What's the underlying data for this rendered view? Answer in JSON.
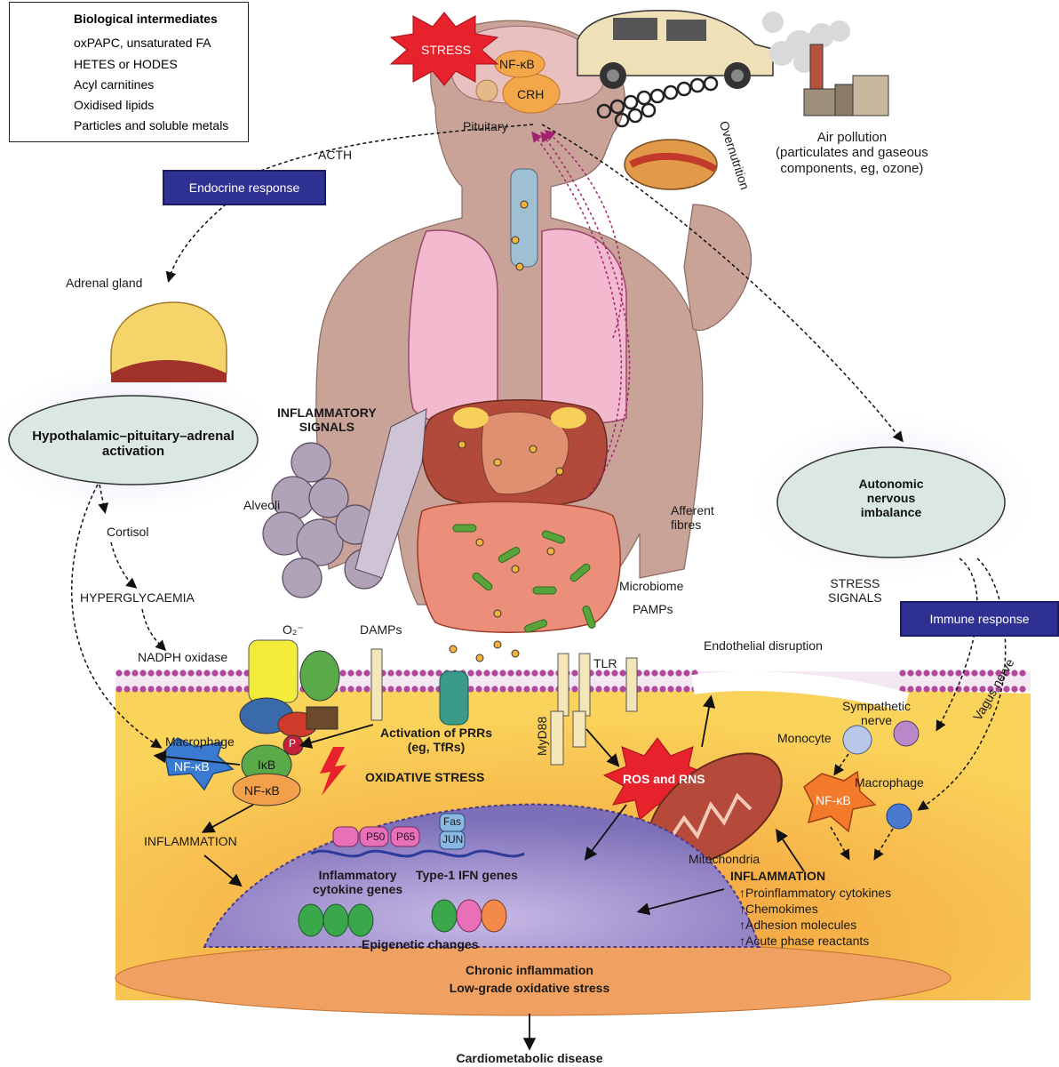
{
  "legend": {
    "title": "Biological intermediates",
    "items": [
      {
        "icon": "lipid-strand-icon",
        "label": "oxPAPC, unsaturated FA"
      },
      {
        "icon": "wavy-line-icon",
        "label": "HETES or HODES"
      },
      {
        "icon": "orange-dots-icon",
        "label": "Acyl carnitines"
      },
      {
        "icon": "grey-cylinder-icon",
        "label": "Oxidised lipids"
      },
      {
        "icon": "black-triangles-icon",
        "label": "Particles and soluble metals"
      }
    ]
  },
  "top": {
    "stress": "STRESS",
    "nfkb_brain": "NF-κB",
    "crh": "CRH",
    "pituitary": "Pituitary",
    "overnutrition": "Overnutrition",
    "air_pollution": "Air pollution\n(particulates and gaseous\ncomponents, eg, ozone)",
    "acth": "ACTH"
  },
  "responses": {
    "endocrine": "Endocrine response",
    "immune": "Immune response"
  },
  "left": {
    "adrenal": "Adrenal gland",
    "hpa": "Hypothalamic–pituitary–adrenal\nactivation",
    "cortisol": "Cortisol",
    "hyperglycaemia": "HYPERGLYCAEMIA",
    "nadph": "NADPH oxidase",
    "inflammatory_signals": "INFLAMMATORY\nSIGNALS",
    "alveoli": "Alveoli",
    "o2": "O₂⁻",
    "damps": "DAMPs"
  },
  "right": {
    "autonomic": "Autonomic\nnervous\nimbalance",
    "afferent": "Afferent\nfibres",
    "stress_signals": "STRESS\nSIGNALS",
    "microbiome": "Microbiome",
    "pamps": "PAMPs",
    "endothelial": "Endothelial disruption",
    "tlr": "TLR",
    "sympathetic": "Sympathetic\nnerve",
    "vagus": "Vagus nerve",
    "monocyte": "Monocyte",
    "macrophage_r": "Macrophage",
    "nfkb_r": "NF-κB",
    "myd88": "MyD88"
  },
  "cell": {
    "macrophage_l": "Macrophage",
    "nfkb_l": "NF-κB",
    "ikb": "IκB",
    "nfkb_c": "NF-κB",
    "p": "P",
    "prr": "Activation of PRRs\n(eg, TfRs)",
    "oxidative_stress": "OXIDATIVE STRESS",
    "ros": "ROS and RNS",
    "inflammation_l": "INFLAMMATION",
    "mitochondria": "Mitochondria",
    "p50": "P50",
    "p65": "P65",
    "fas": "Fas",
    "jun": "JUN",
    "cytokine_genes": "Inflammatory\ncytokine genes",
    "ifn_genes": "Type-1 IFN genes",
    "epigenetic": "Epigenetic changes",
    "inflammation_r_title": "INFLAMMATION",
    "inflammation_r_items": [
      "↑Proinflammatory cytokines",
      "↑Chemokimes",
      "↑Adhesion molecules",
      "↑Acute phase reactants"
    ]
  },
  "bottom": {
    "chronic": "Chronic inflammation",
    "lowgrade": "Low-grade oxidative stress",
    "outcome": "Cardiometabolic disease"
  },
  "colors": {
    "endocrine_box": "#2e3192",
    "cell_bg": "#f7c940",
    "nucleus": "#8b7cc0",
    "membrane": "#b1489c",
    "stress_star": "#e8222c",
    "lung": "#f3b9cf",
    "oval": "#dbe8e2"
  }
}
